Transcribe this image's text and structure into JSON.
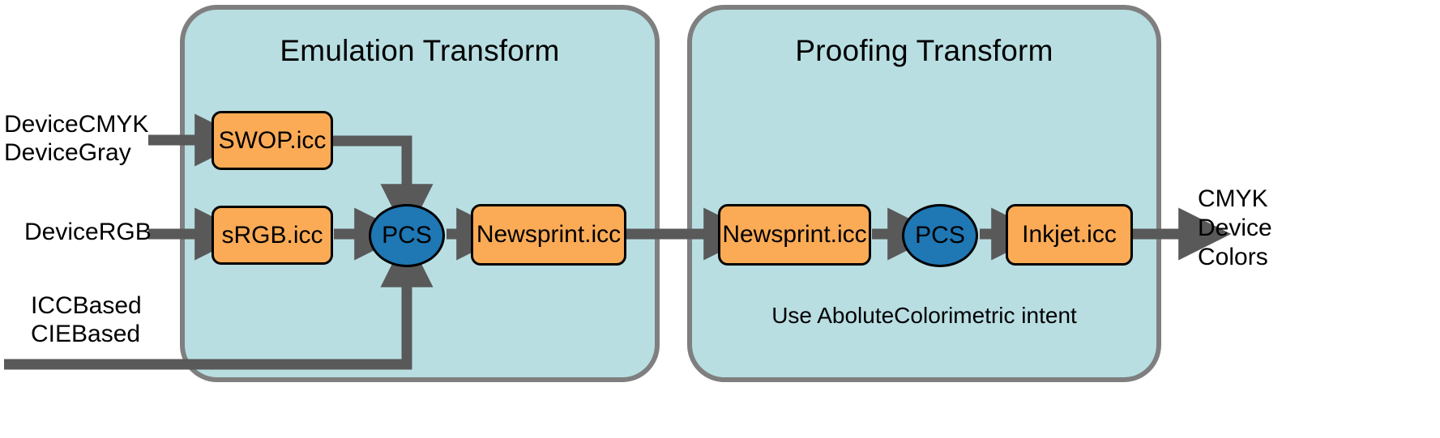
{
  "diagram": {
    "title": "ICC color management emulation and proofing pipeline",
    "colors": {
      "panel_fill": "#b8dee2",
      "panel_border": "#7f7f7f",
      "profile_fill": "#fbab56",
      "profile_border": "#000000",
      "pcs_fill": "#1f77b4",
      "arrow": "#595959",
      "text": "#000000",
      "background": "#ffffff"
    }
  },
  "panels": [
    {
      "id": "emulation",
      "title": "Emulation Transform",
      "note": ""
    },
    {
      "id": "proofing",
      "title": "Proofing Transform",
      "note": "Use AboluteColorimetric intent"
    }
  ],
  "inputs": [
    {
      "id": "cmyk-gray",
      "line1": "DeviceCMYK",
      "line2": "DeviceGray"
    },
    {
      "id": "rgb",
      "line1": "DeviceRGB",
      "line2": ""
    },
    {
      "id": "icc-cie",
      "line1": "ICCBased",
      "line2": "CIEBased"
    }
  ],
  "outputs": [
    {
      "id": "cmyk-device-colors",
      "line1": "CMYK",
      "line2": "Device",
      "line3": "Colors"
    }
  ],
  "nodes": [
    {
      "id": "swop",
      "label": "SWOP.icc",
      "kind": "profile",
      "panel": "emulation"
    },
    {
      "id": "srgb",
      "label": "sRGB.icc",
      "kind": "profile",
      "panel": "emulation"
    },
    {
      "id": "pcs-1",
      "label": "PCS",
      "kind": "pcs",
      "panel": "emulation"
    },
    {
      "id": "newsprint1",
      "label": "Newsprint.icc",
      "kind": "profile",
      "panel": "emulation"
    },
    {
      "id": "newsprint2",
      "label": "Newsprint.icc",
      "kind": "profile",
      "panel": "proofing"
    },
    {
      "id": "pcs-2",
      "label": "PCS",
      "kind": "pcs",
      "panel": "proofing"
    },
    {
      "id": "inkjet",
      "label": "Inkjet.icc",
      "kind": "profile",
      "panel": "proofing"
    }
  ],
  "connections": [
    {
      "id": "cmyk-to-swop",
      "from": "cmyk-gray",
      "to": "swop",
      "style": "straight"
    },
    {
      "id": "swop-to-pcs1",
      "from": "swop",
      "to": "pcs-1",
      "style": "elbow-down"
    },
    {
      "id": "rgb-to-srgb",
      "from": "rgb",
      "to": "srgb",
      "style": "straight"
    },
    {
      "id": "srgb-to-pcs1",
      "from": "srgb",
      "to": "pcs-1",
      "style": "straight"
    },
    {
      "id": "iccbased-to-pcs1",
      "from": "icc-cie",
      "to": "pcs-1",
      "style": "elbow-up"
    },
    {
      "id": "pcs1-to-newsprint1",
      "from": "pcs-1",
      "to": "newsprint1",
      "style": "straight"
    },
    {
      "id": "newsprint1-to-newsprint2",
      "from": "newsprint1",
      "to": "newsprint2",
      "style": "straight"
    },
    {
      "id": "newsprint2-to-pcs2",
      "from": "newsprint2",
      "to": "pcs-2",
      "style": "straight"
    },
    {
      "id": "pcs2-to-inkjet",
      "from": "pcs-2",
      "to": "inkjet",
      "style": "straight"
    },
    {
      "id": "inkjet-to-output",
      "from": "inkjet",
      "to": "cmyk-device-colors",
      "style": "straight"
    }
  ]
}
